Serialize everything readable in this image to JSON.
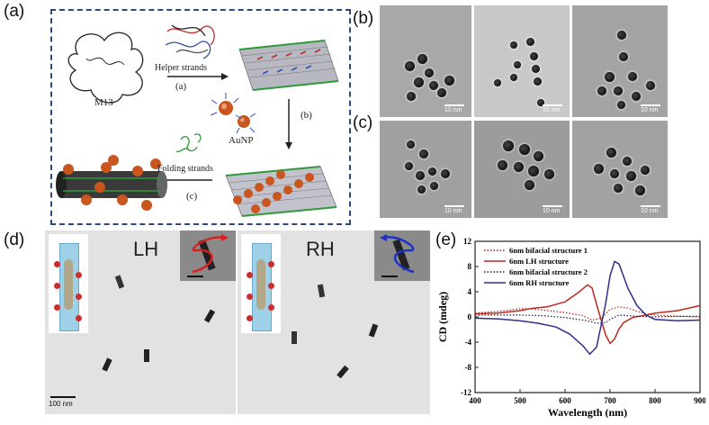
{
  "panels": {
    "a": "(a)",
    "b": "(b)",
    "c": "(c)",
    "d": "(d)",
    "e": "(e)"
  },
  "schematic": {
    "m13": "M13",
    "helper": "Helper strands",
    "step_a": "(a)",
    "step_b": "(b)",
    "aunp": "AuNP",
    "folding": "Folding strands",
    "step_c": "(c)"
  },
  "tem": {
    "scale_label": "10 nm"
  },
  "d_panel": {
    "lh": "LH",
    "rh": "RH",
    "scale": "100 nm"
  },
  "chart_data": {
    "type": "line",
    "xlabel": "Wavelength  (nm)",
    "ylabel": "CD (mdeg)",
    "xlim": [
      400,
      900
    ],
    "ylim": [
      -12,
      12
    ],
    "xticks": [
      400,
      500,
      600,
      700,
      800,
      900
    ],
    "yticks": [
      -12,
      -8,
      -4,
      0,
      4,
      8,
      12
    ],
    "legend_position": "top-left",
    "series": [
      {
        "name": "6nm bifacial structure 1",
        "style": "dotted",
        "color": "#b02020",
        "x": [
          400,
          450,
          500,
          520,
          550,
          600,
          640,
          660,
          680,
          700,
          720,
          740,
          760,
          780,
          800,
          850,
          900
        ],
        "y": [
          0.6,
          0.9,
          1.3,
          1.3,
          1.1,
          0.7,
          0.2,
          -0.5,
          -0.2,
          1.2,
          1.6,
          1.4,
          0.9,
          0.5,
          0.3,
          0.1,
          0.0
        ]
      },
      {
        "name": "6nm LH structure",
        "style": "solid",
        "color": "#c0281e",
        "x": [
          400,
          450,
          500,
          530,
          560,
          600,
          630,
          650,
          660,
          670,
          690,
          700,
          710,
          720,
          730,
          750,
          780,
          800,
          850,
          900
        ],
        "y": [
          0.5,
          0.6,
          1.0,
          1.4,
          1.6,
          2.4,
          3.9,
          5.1,
          4.6,
          2.0,
          -2.8,
          -4.2,
          -3.5,
          -1.9,
          -0.9,
          -0.1,
          0.3,
          0.6,
          1.0,
          1.8
        ]
      },
      {
        "name": "6nm bifacial structure 2",
        "style": "dotted",
        "color": "#1a1a4e",
        "x": [
          400,
          450,
          500,
          550,
          600,
          640,
          660,
          670,
          690,
          700,
          720,
          740,
          760,
          800,
          850,
          900
        ],
        "y": [
          0.3,
          0.3,
          0.3,
          0.2,
          -0.1,
          -0.5,
          -0.8,
          -1.0,
          -0.9,
          -0.4,
          0.3,
          0.2,
          0.1,
          0.0,
          0.1,
          0.1
        ]
      },
      {
        "name": "6nm RH structure",
        "style": "solid",
        "color": "#2e2f8a",
        "x": [
          400,
          450,
          500,
          540,
          580,
          610,
          640,
          655,
          670,
          690,
          700,
          710,
          720,
          740,
          760,
          780,
          800,
          850,
          900
        ],
        "y": [
          -0.2,
          -0.3,
          -0.6,
          -1.0,
          -1.6,
          -2.7,
          -4.6,
          -5.9,
          -4.8,
          2.0,
          6.5,
          8.8,
          8.4,
          4.5,
          1.8,
          0.3,
          -0.4,
          -0.6,
          -0.5
        ]
      }
    ]
  }
}
